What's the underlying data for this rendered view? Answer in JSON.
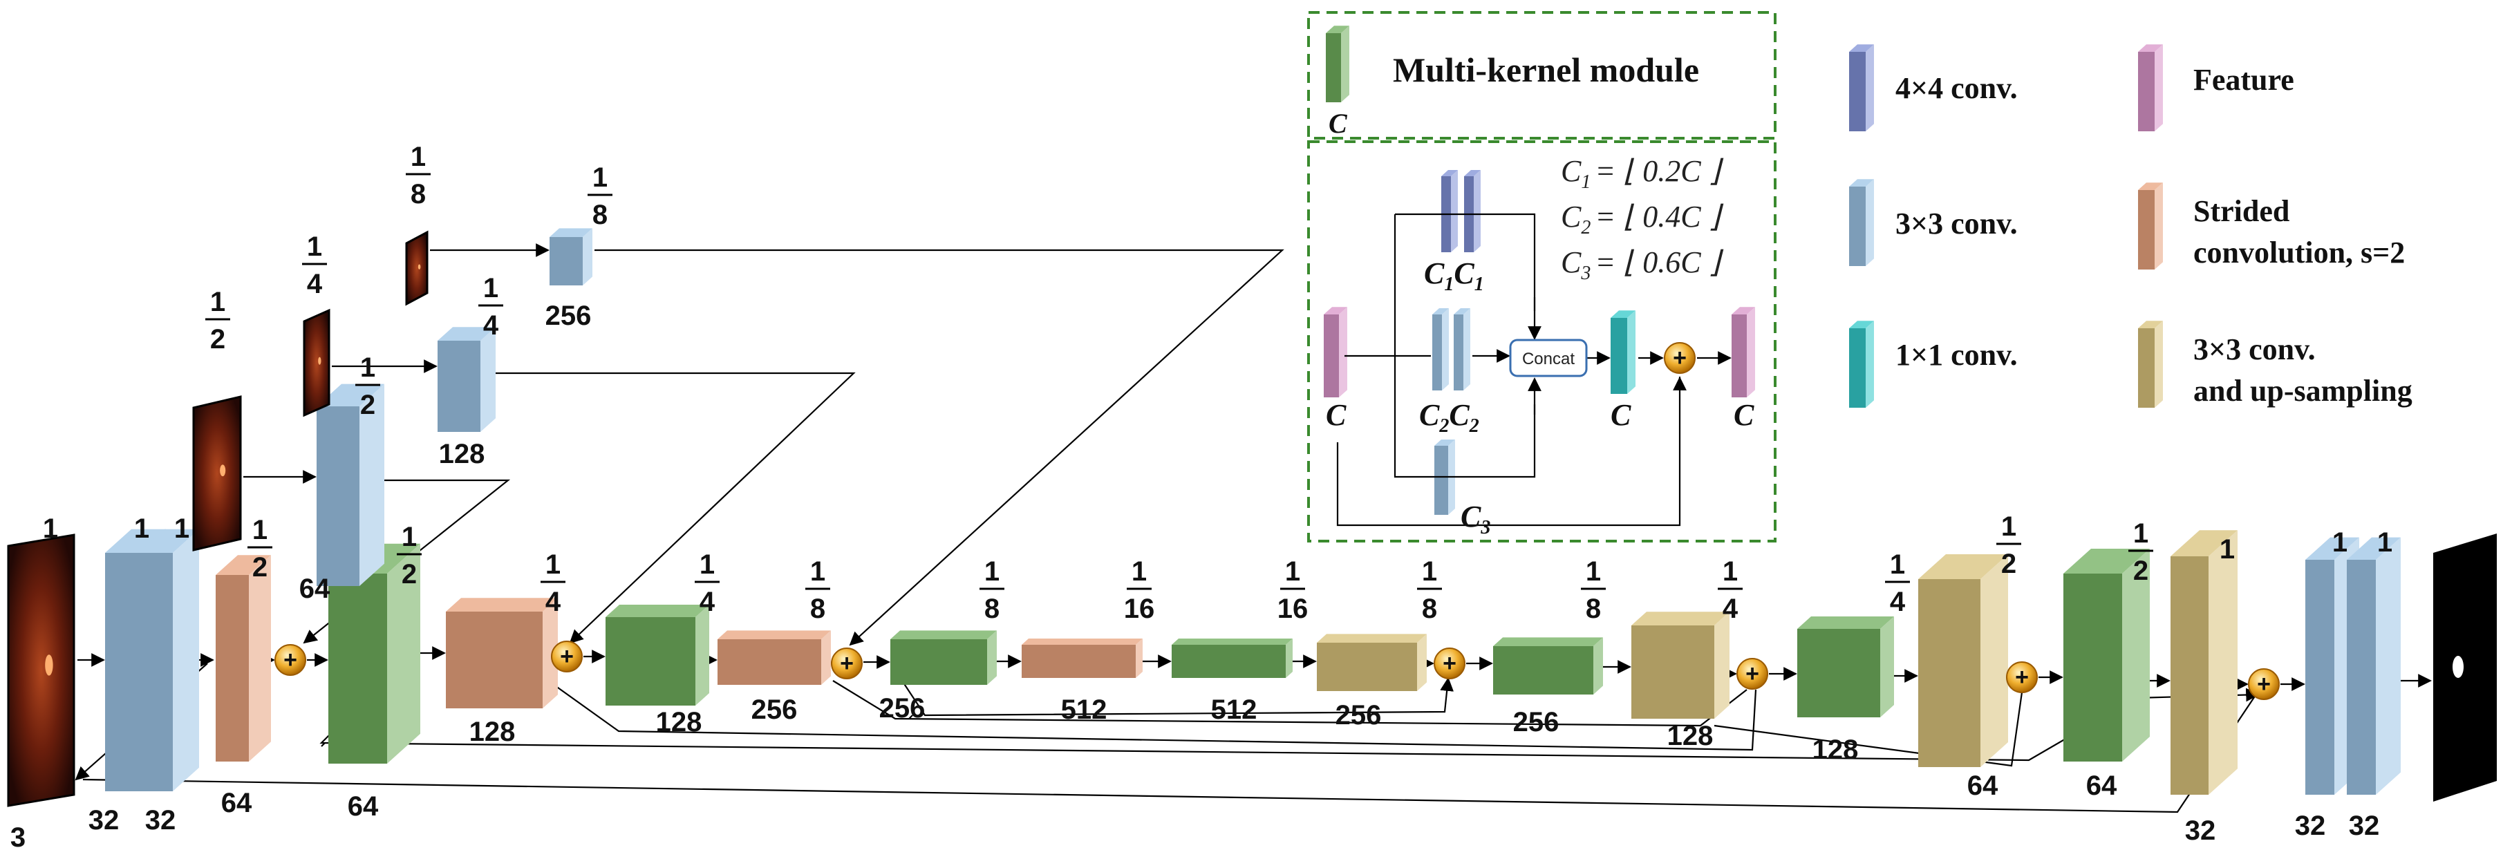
{
  "input_channels": "3",
  "output_label": "",
  "block_labels": {
    "enc_conv1_a": "32",
    "enc_conv1_b": "32",
    "enc_strided1": "64",
    "enc_mk1": "64",
    "enc_strided2": "128",
    "enc_mk2": "128",
    "enc_strided3": "256",
    "enc_mk3": "256",
    "enc_strided4": "512",
    "bottleneck_mk": "512",
    "dec_up1": "256",
    "dec_mk1": "256",
    "dec_up2": "128",
    "dec_mk2": "128",
    "dec_up3": "64",
    "dec_mk3": "64",
    "dec_up4": "32",
    "dec_conv_a": "32",
    "dec_conv_b": "32",
    "side_half": "64",
    "side_quarter": "128",
    "side_eighth": "256"
  },
  "scale_labels": {
    "one": "1",
    "half_num": "1",
    "half_den": "2",
    "quarter_num": "1",
    "quarter_den": "4",
    "eighth_num": "1",
    "eighth_den": "8",
    "sixteenth_num": "1",
    "sixteenth_den": "16"
  },
  "plus_symbol": "+",
  "inset": {
    "title": "Multi-kernel module",
    "c_label": "C",
    "concat_label": "Concat",
    "c1": "C",
    "c1_sub": "1",
    "c2": "C",
    "c2_sub": "2",
    "c3": "C",
    "c3_sub": "3",
    "eq1_lhs": "C",
    "eq1_sub": "1",
    "eq1_rhs": "= ⌊ 0.2C ⌋",
    "eq2_lhs": "C",
    "eq2_sub": "2",
    "eq2_rhs": "= ⌊ 0.4C ⌋",
    "eq3_lhs": "C",
    "eq3_sub": "3",
    "eq3_rhs": "= ⌊ 0.6C ⌋"
  },
  "legend": {
    "conv4": "4×4 conv.",
    "conv3": "3×3 conv.",
    "conv1": "1×1 conv.",
    "feature": "Feature",
    "strided_1": "Strided",
    "strided_2": "convolution, s=2",
    "up_1": "3×3 conv.",
    "up_2": "and up-sampling"
  },
  "colors": {
    "conv4": "#7f90d6",
    "conv3": "#9cc4e6",
    "conv1": "#33c9c9",
    "feature": "#d894c8",
    "strided": "#e8a37d",
    "mk": "#6fae5c",
    "up": "#d8c27a",
    "plus": "#e8a21a",
    "dash": "#3a8a2e"
  }
}
